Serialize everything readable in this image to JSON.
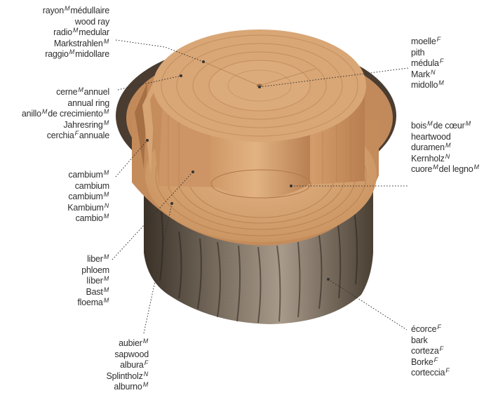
{
  "groups": [
    {
      "key": "medullary-ray",
      "align": "right",
      "terms": [
        {
          "text": "rayon",
          "g": "M",
          "rest": "médullaire"
        },
        {
          "text": "wood ray",
          "g": "",
          "rest": ""
        },
        {
          "text": "radio",
          "g": "M",
          "rest": "medular"
        },
        {
          "text": "Markstrahlen",
          "g": "M",
          "rest": ""
        },
        {
          "text": "raggio",
          "g": "M",
          "rest": "midollare"
        }
      ]
    },
    {
      "key": "annual-ring",
      "align": "right",
      "terms": [
        {
          "text": "cerne",
          "g": "M",
          "rest": "annuel"
        },
        {
          "text": "annual ring",
          "g": "",
          "rest": ""
        },
        {
          "text": "anillo",
          "g": "M",
          "rest": "de crecimiento",
          "g2": "M"
        },
        {
          "text": "Jahresring",
          "g": "M",
          "rest": ""
        },
        {
          "text": "cerchia",
          "g": "F",
          "rest": "annuale"
        }
      ]
    },
    {
      "key": "cambium",
      "align": "right",
      "terms": [
        {
          "text": "cambium",
          "g": "M",
          "rest": ""
        },
        {
          "text": "cambium",
          "g": "",
          "rest": ""
        },
        {
          "text": "cambium",
          "g": "M",
          "rest": ""
        },
        {
          "text": "Kambium",
          "g": "N",
          "rest": ""
        },
        {
          "text": "cambio",
          "g": "M",
          "rest": ""
        }
      ]
    },
    {
      "key": "phloem",
      "align": "right",
      "terms": [
        {
          "text": "liber",
          "g": "M",
          "rest": ""
        },
        {
          "text": "phloem",
          "g": "",
          "rest": ""
        },
        {
          "text": "líber",
          "g": "M",
          "rest": ""
        },
        {
          "text": "Bast",
          "g": "M",
          "rest": ""
        },
        {
          "text": "floema",
          "g": "M",
          "rest": ""
        }
      ]
    },
    {
      "key": "sapwood",
      "align": "right",
      "terms": [
        {
          "text": "aubier",
          "g": "M",
          "rest": ""
        },
        {
          "text": "sapwood",
          "g": "",
          "rest": ""
        },
        {
          "text": "albura",
          "g": "F",
          "rest": ""
        },
        {
          "text": "Splintholz",
          "g": "N",
          "rest": ""
        },
        {
          "text": "alburno",
          "g": "M",
          "rest": ""
        }
      ]
    },
    {
      "key": "pith",
      "align": "left",
      "terms": [
        {
          "text": "moelle",
          "g": "F",
          "rest": ""
        },
        {
          "text": "pith",
          "g": "",
          "rest": ""
        },
        {
          "text": "médula",
          "g": "F",
          "rest": ""
        },
        {
          "text": "Mark",
          "g": "N",
          "rest": ""
        },
        {
          "text": "midollo",
          "g": "M",
          "rest": ""
        }
      ]
    },
    {
      "key": "heartwood",
      "align": "left",
      "terms": [
        {
          "text": "bois",
          "g": "M",
          "rest": "de cœur",
          "g2": "M"
        },
        {
          "text": "heartwood",
          "g": "",
          "rest": ""
        },
        {
          "text": "duramen",
          "g": "M",
          "rest": ""
        },
        {
          "text": "Kernholz",
          "g": "N",
          "rest": ""
        },
        {
          "text": "cuore",
          "g": "M",
          "rest": "del legno",
          "g2": "M"
        }
      ]
    },
    {
      "key": "bark",
      "align": "left",
      "terms": [
        {
          "text": "écorce",
          "g": "F",
          "rest": ""
        },
        {
          "text": "bark",
          "g": "",
          "rest": ""
        },
        {
          "text": "corteza",
          "g": "F",
          "rest": ""
        },
        {
          "text": "Borke",
          "g": "F",
          "rest": ""
        },
        {
          "text": "corteccia",
          "g": "F",
          "rest": ""
        }
      ]
    }
  ],
  "colors": {
    "bark_dark": "#3c3228",
    "bark_mid": "#6b5d4f",
    "bark_light": "#9e9283",
    "wood_top": "#d9a777",
    "wood_side": "#c58d5e",
    "wood_shade": "#9c6a43",
    "ring": "#b57d50",
    "label_text": "#2e2e2e"
  }
}
